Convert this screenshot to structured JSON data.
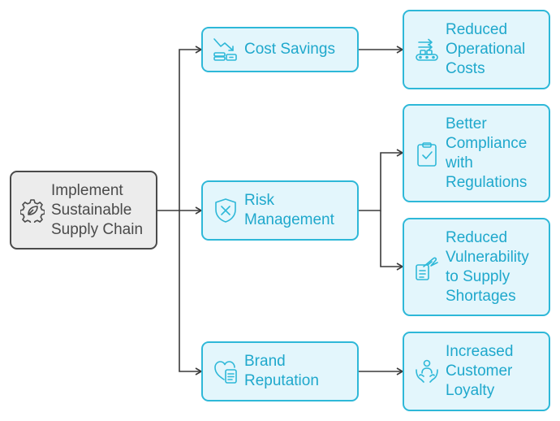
{
  "colors": {
    "accent": "#2eb8d8",
    "accent_text": "#1fa8cc",
    "node_fill": "#e3f6fc",
    "root_border": "#4a4a4a",
    "root_fill": "#ececec",
    "connector": "#3a3a3a"
  },
  "root": {
    "label": "Implement\nSustainable\nSupply Chain",
    "icon": "gear-leaf-icon"
  },
  "branches": [
    {
      "label": "Cost Savings",
      "icon": "coins-down-trend-icon",
      "outcomes": [
        {
          "label": "Reduced\nOperational\nCosts",
          "icon": "conveyor-belt-icon"
        }
      ]
    },
    {
      "label": "Risk\nManagement",
      "icon": "shield-x-icon",
      "outcomes": [
        {
          "label": "Better\nCompliance\nwith\nRegulations",
          "icon": "clipboard-check-icon"
        },
        {
          "label": "Reduced\nVulnerability\nto Supply\nShortages",
          "icon": "hand-document-icon"
        }
      ]
    },
    {
      "label": "Brand\nReputation",
      "icon": "heart-document-icon",
      "outcomes": [
        {
          "label": "Increased\nCustomer\nLoyalty",
          "icon": "person-hands-icon"
        }
      ]
    }
  ]
}
